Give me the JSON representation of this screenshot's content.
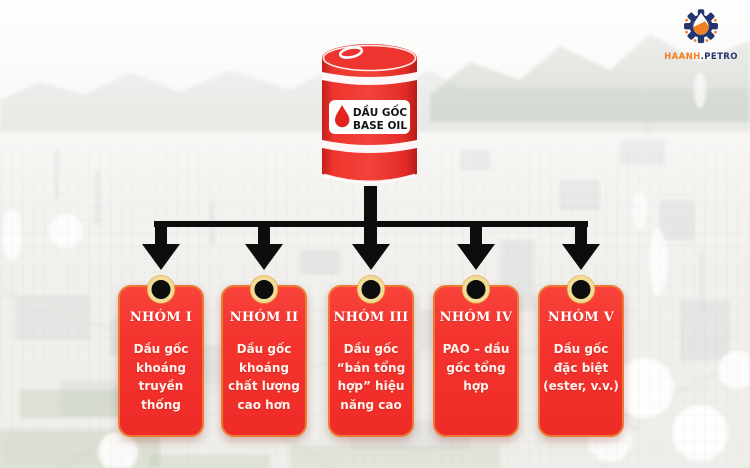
{
  "logo": {
    "brand_part1": "HAANH",
    "brand_part2": ".PETRO",
    "icon": "gear-oil-droplet-icon"
  },
  "barrel": {
    "label_line1": "DẦU GỐC",
    "label_line2": "BASE OIL",
    "icon": "droplet-icon"
  },
  "groups": [
    {
      "title": "NHÓM I",
      "description": "Dầu gốc khoáng truyền thống"
    },
    {
      "title": "NHÓM II",
      "description": "Dầu gốc khoáng chất lượng cao hơn"
    },
    {
      "title": "NHÓM III",
      "description": "Dầu gốc “bán tổng hợp” hiệu năng cao"
    },
    {
      "title": "NHÓM IV",
      "description": "PAO – dầu gốc tổng hợp"
    },
    {
      "title": "NHÓM V",
      "description": "Dầu gốc đặc biệt (ester, v.v.)"
    }
  ],
  "colors": {
    "card_red": "#f4332e",
    "card_border_orange": "#ec7a33",
    "pin_ring_gold": "#f2dd96",
    "arrow_black": "#0d0d0d",
    "barrel_red": "#ee342e",
    "brand_orange": "#f47b20",
    "brand_navy": "#24346d",
    "text_white": "#ffffff"
  }
}
